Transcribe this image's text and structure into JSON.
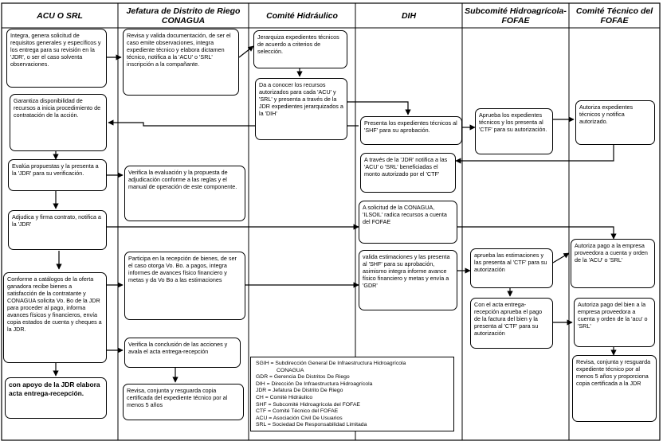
{
  "lanes": [
    "ACU O SRL",
    "Jefatura de Distrito de Riego CONAGUA",
    "Comité Hidráulico",
    "DIH",
    "Subcomité Hidroagrícola-FOFAE",
    "Comité Técnico del FOFAE"
  ],
  "boxes": {
    "acu_1": "Integra, genera solicitud de requisitos generales y específicos y los entrega para su revisión en la 'JDR', o ser el caso solventa observaciones.",
    "acu_2": "Garantiza disponibilidad de recursos a inicia procedimiento de contratación de la acción.",
    "acu_3": "Evalúa propuestas y la presenta a la 'JDR' para su verificación.",
    "acu_4": "Adjudica y firma contrato, notifica a la 'JDR'",
    "acu_5": "Conforme a catálogos de la oferta ganadora recibe bienes a satisfacción de la contratante y CONAGUA solicita Vo. Bo de la JDR para proceder al pago, informa avances físicos y financieros, envía copia estados de cuenta y cheques a la JDR.",
    "acu_6": "con apoyo de la JDR elabora acta entrega-recepción.",
    "jdr_1": "Revisa y valida documentación, de ser el caso emite observaciones, integra expediente técnico y elabora dictamen técnico, notifica a la 'ACU' o 'SRL' inscripción a la compañante.",
    "jdr_2": "Verifica la evaluación y la propuesta de adjudicación conforme a las reglas y el manual de operación de este componente.",
    "jdr_3": "Participa en la recepción de bienes, de ser el caso otorga Vo. Bo. a pagos, integra informes de avances físico financiero y metas y da Vo Bo a las estimaciones",
    "jdr_4": "Verifica la conclusión de las acciones y avala el acta entrega-recepción",
    "jdr_5": "Revisa, conjunta y resguarda copia certificada del expediente técnico por al menos 5 años",
    "ch_1": "Jerarquiza expedientes técnicos de acuerdo a criterios de selección.",
    "ch_2": "Da a conocer los recursos autorizados para cada 'ACU' y 'SRL' y presenta a través de la JDR expedientes jerarquizados a la 'DIH'",
    "dih_1": "Presenta los expedientes técnicos al 'SHF' para su aprobación.",
    "dih_2": "A través de la 'JDR' notifica a las 'ACU' o 'SRL' beneficiadas el monto autorizado por el 'CTF'",
    "dih_3": "A solicitud de la CONAGUA, 'ILSOIL' radica recursos a cuenta del FOFAE",
    "dih_4": "valida estimaciones y las presenta al 'SHF' para su aprobación, asimismo integra informe avance físico financiero y metas y envía a 'GDR'",
    "shf_1": "Aprueba los expedientes técnicos y los presenta al 'CTF' para su autorización.",
    "shf_2": "aprueba las estimaciones y las presenta al 'CTF' para su autorización",
    "shf_3": "Con el acta entrega-recepción aprueba el pago de la factura del bien y la presenta al 'CTF' para su autorización",
    "ctf_1": "Autoriza expedientes técnicos y notifica autorizado.",
    "ctf_2": "Autoriza pago a la empresa proveedora a cuenta y orden de la 'ACU' o 'SRL'",
    "ctf_3": "Autoriza pago del bien a la empresa proveedora a cuenta y orden de la 'acu' o 'SRL'",
    "ctf_4": "Revisa, conjunta y resguarda expediente técnico por al menos 5 años y proporciona copia certificada a la JDR"
  },
  "legend": [
    "SGIH = Subdirección General De Infraestructura Hidroagrícola",
    "CONAGUA",
    "GDR = Gerencia De Distritos De Riego",
    "DIH = Dirección De Infraestructura Hidroagrícola",
    "JDR = Jefatura De Distrito De Riego",
    "CH = Comité Hidráulico",
    "SHF = Subcomité Hidroagrícola del FOFAE",
    "CTF = Comité Técnico del FOFAE",
    "ACU = Asociación Civil De Usuarios",
    "SRL = Sociedad De Responsabilidad Limitada"
  ]
}
